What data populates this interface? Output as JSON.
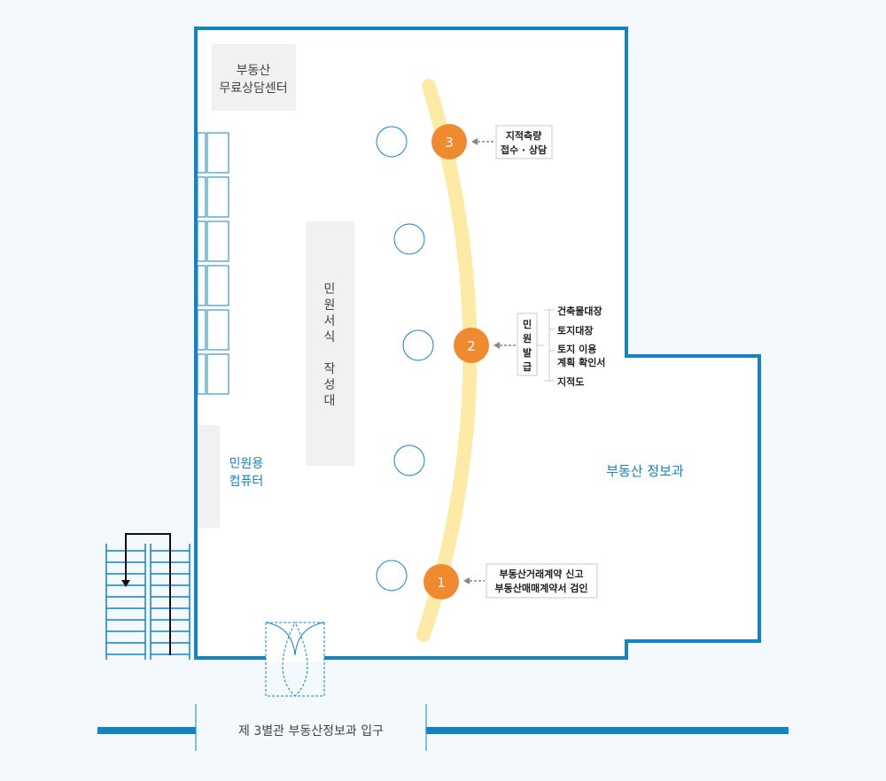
{
  "rooms": {
    "consult_center": [
      "부동산",
      "무료상담센터"
    ],
    "form_desk": [
      "민",
      "원",
      "서",
      "식",
      "작",
      "성",
      "대"
    ],
    "pc": [
      "민원용",
      "컴퓨터"
    ],
    "office": "부동산 정보과",
    "entrance": "제 3별관 부동산정보과 입구"
  },
  "stations": [
    {
      "number": "3",
      "desc": [
        "지적측량",
        "접수 · 상담"
      ]
    },
    {
      "number": "2",
      "desc": [
        "민",
        "원",
        "발",
        "급"
      ]
    },
    {
      "number": "1",
      "desc": [
        "부동산거래계약 신고",
        "부동산매매계약서 검인"
      ]
    }
  ],
  "documents": [
    "건축물대장",
    "토지대장",
    "토지 이용",
    "계획 확인서",
    "지적도"
  ],
  "colors": {
    "wall": "#1383c6",
    "counter": "#fdeaa7",
    "station": "#f08a31",
    "gray_block": "#f1f1f1",
    "accent_text": "#1383c6",
    "background": "#f3f9fd"
  }
}
